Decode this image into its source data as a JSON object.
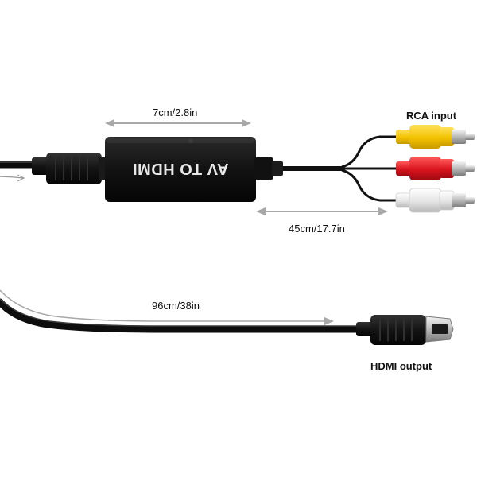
{
  "product": {
    "box_label": "AV TO HDMI"
  },
  "dimensions": {
    "box_length": "7cm/2.8in",
    "rca_cable_length": "45cm/17.7in",
    "hdmi_cable_length": "96cm/38in"
  },
  "callouts": {
    "rca_input": "RCA input",
    "hdmi_output": "HDMI output"
  },
  "colors": {
    "cable": "#111111",
    "rca_yellow": "#f2c200",
    "rca_red": "#d8141e",
    "rca_white": "#e9e9e9",
    "arrow": "#a8a8a8"
  }
}
